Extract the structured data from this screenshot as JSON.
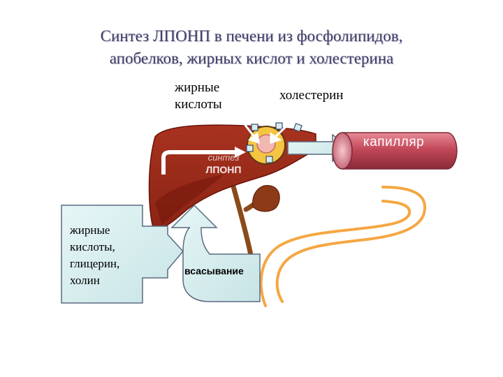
{
  "title": {
    "line1": "Синтез ЛПОНП в печени  из фосфолипидов,",
    "line2": "апобелков, жирных кислот и холестерина"
  },
  "labels": {
    "fatty_acids_top_line1": "жирные",
    "fatty_acids_top_line2": "кислоты",
    "cholesterol": "холестерин",
    "synthesis_line1": "синтез",
    "synthesis_line2": "ЛПОНП",
    "capillary": "капилляр",
    "box_lines": [
      "жирные",
      "кислоты,",
      "глицерин,",
      "холин"
    ],
    "absorption": "всасывание"
  },
  "colors": {
    "title": "#3d3d68",
    "liver": "#9c2a1a",
    "liver_shadow": "#6a1208",
    "bile_duct": "#8b4a1a",
    "capillary": "#c2495a",
    "arrow_fill": "#d8f0f0",
    "arrow_stroke": "#5a6a80",
    "hepatocyte_ring": "#f5c542",
    "nucleus": "#f2b8b0",
    "intestine": "#f5a742"
  },
  "icons": {
    "liver": "liver-shape",
    "gallbladder": "gallbladder-shape",
    "hepatocyte": "cell-circle",
    "capillary": "cylinder-vessel",
    "intestine": "intestine-outline"
  }
}
